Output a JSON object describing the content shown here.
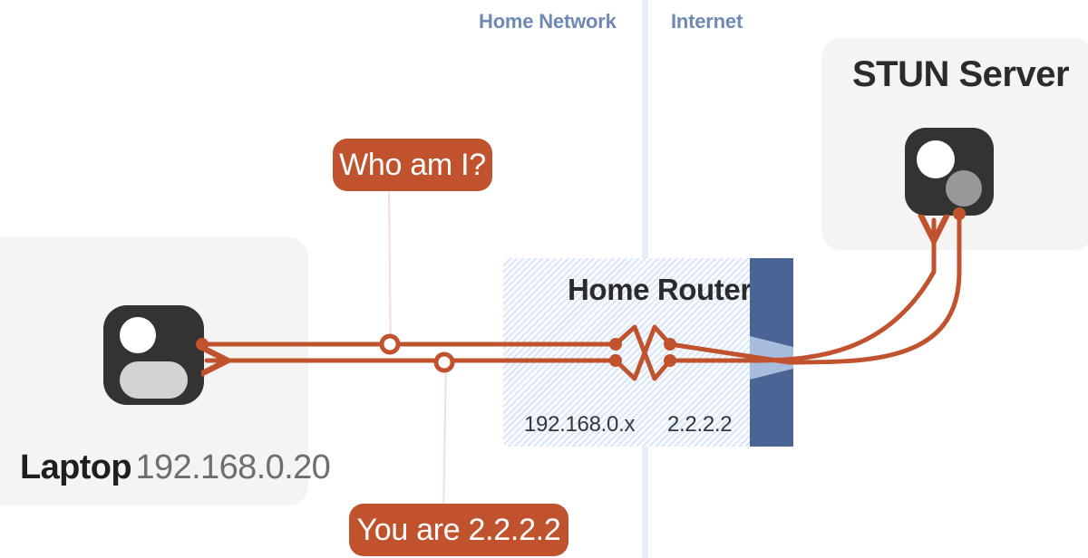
{
  "diagram": {
    "title_context": "STUN discovery of public IP through a home NAT router",
    "zones": [
      {
        "id": "home-network",
        "label": "Home Network"
      },
      {
        "id": "internet",
        "label": "Internet"
      }
    ],
    "nodes": {
      "laptop": {
        "name": "Laptop",
        "ip": "192.168.0.20",
        "icon": "laptop-device-icon"
      },
      "router": {
        "title": "Home Router",
        "lan_ip": "192.168.0.x",
        "wan_ip": "2.2.2.2",
        "nat_wall_label": "nat-wall"
      },
      "stun": {
        "title": "STUN Server",
        "icon": "stun-server-icon"
      }
    },
    "messages": [
      {
        "id": "request",
        "text": "Who am I?",
        "direction": "laptop-to-stun"
      },
      {
        "id": "response",
        "text": "You are 2.2.2.2",
        "direction": "stun-to-laptop"
      }
    ],
    "colors": {
      "flow": "#c0532e",
      "bubble_fill": "#c0532e",
      "bubble_text": "#ffffff",
      "tether": "#f6ded6",
      "zone_label": "#6f89b3",
      "zone_divider": "#e8eef7",
      "card_bg": "#f5f4f2",
      "router_hatch": "#d9e6f6",
      "router_bg": "#fbfcfe",
      "nat_wall_dark": "#4a6496",
      "nat_wall_light": "#a8bcdd",
      "device_dark": "#333331",
      "device_white": "#ffffff",
      "device_gray": "#d3d3d3",
      "device_gray2": "#989898",
      "title_text": "#2b2b2b",
      "ip_text": "#6e6e6e",
      "page_bg": "#ffffff"
    }
  }
}
